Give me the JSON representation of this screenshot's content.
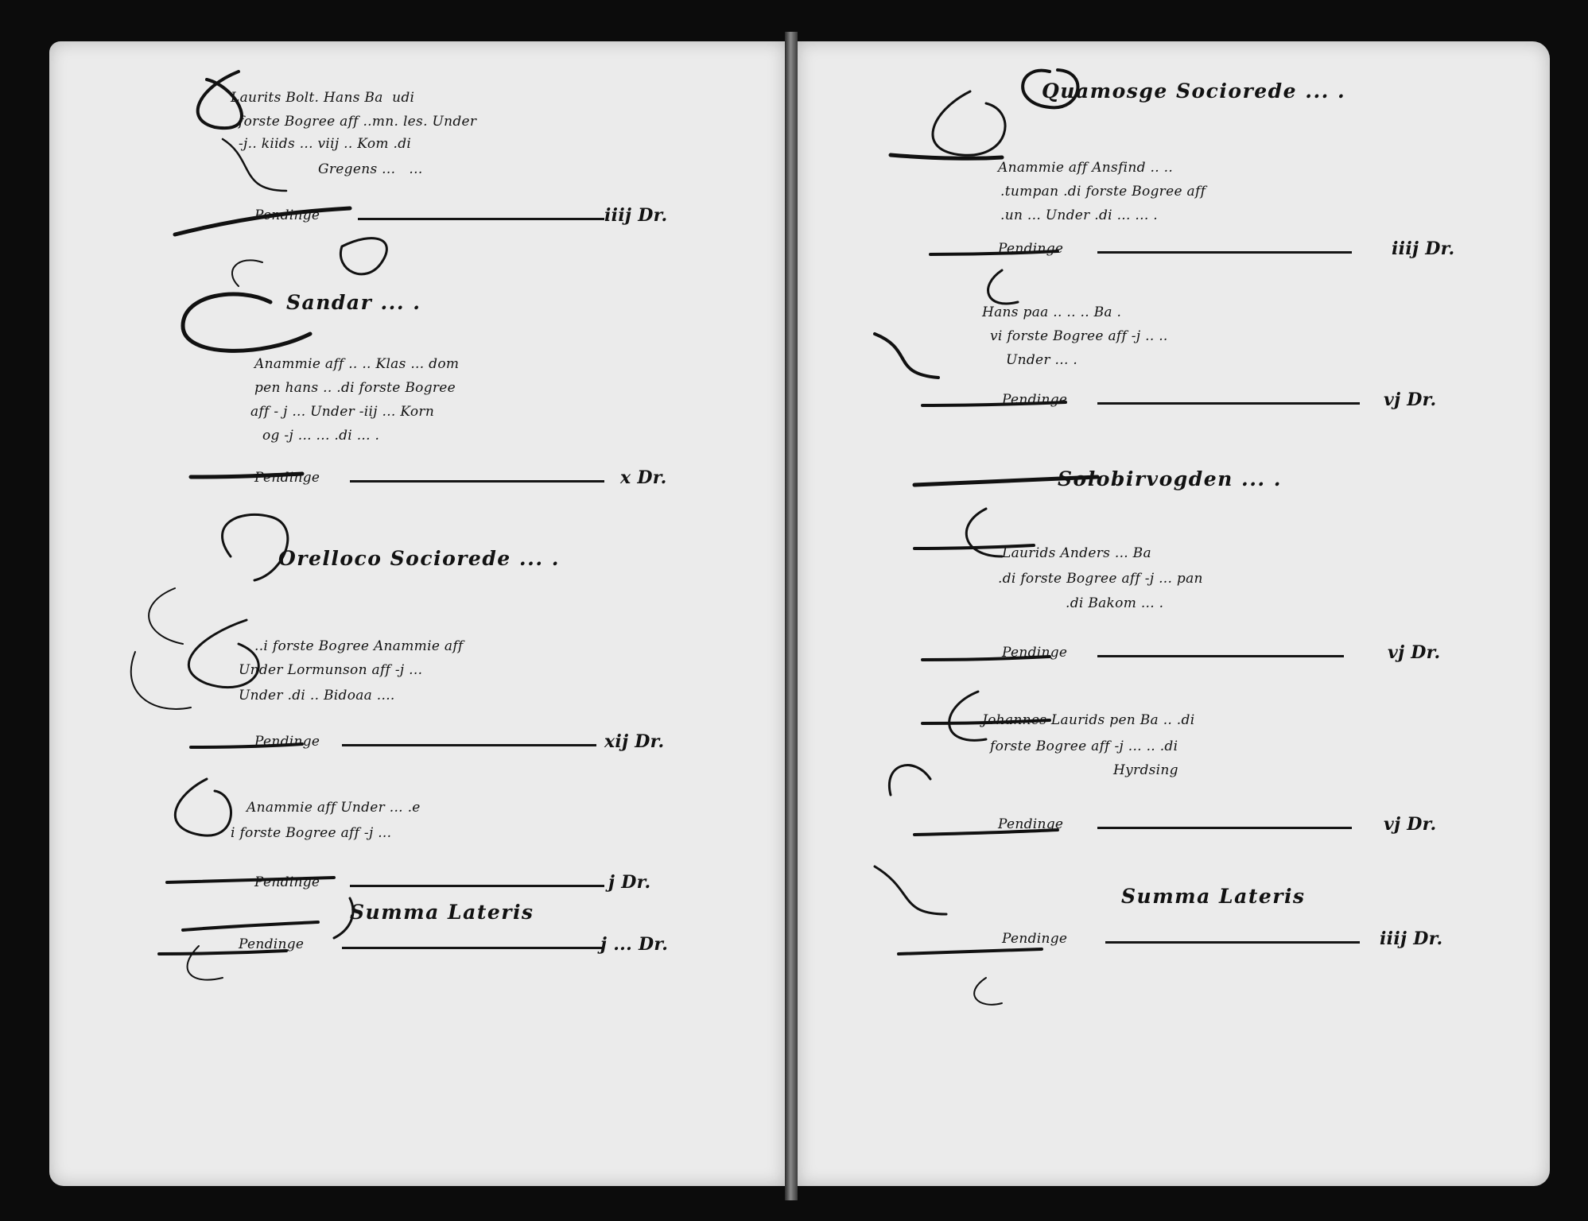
{
  "page": {
    "left": {
      "entry1": [
        "Laurits Bolt. Hans Ba  udi",
        "forste Bogree aff ..mn. les. Under",
        "-j.. kiids ... viij .. Kom .di",
        "Gregens ...   ..."
      ],
      "entry1_label": "Pendinge",
      "entry1_amount": "iiij Dr.",
      "section2_heading": "Sandar ... .",
      "entry2": [
        "Anammie aff .. .. Klas ... dom",
        "pen hans .. .di forste Bogree",
        "aff - j ... Under -iij ... Korn",
        "og -j ... ... .di ... ."
      ],
      "entry2_label": "Pendinge",
      "entry2_amount": "x Dr.",
      "section3_heading": "Orelloco Sociorede ... .",
      "entry3": [
        "..i forste Bogree Anammie aff",
        "Under Lormunson aff -j ...",
        "Under .di .. Bidoaa ...."
      ],
      "entry3_label": "Pendinge",
      "entry3_amount": "xij Dr.",
      "entry4": [
        "Anammie aff Under ... .e",
        "i forste Bogree aff -j ..."
      ],
      "entry4_label": "Pendinge",
      "entry4_amount": "j Dr.",
      "summa_heading": "Summa Lateris",
      "summa_label": "Pendinge",
      "summa_amount": "j ... Dr."
    },
    "right": {
      "section1_heading": "Quamosge Sociorede ... .",
      "entry1": [
        "Anammie aff Ansfind .. ..",
        ".tumpan .di forste Bogree aff",
        ".un ... Under .di ... ... ."
      ],
      "entry1_label": "Pendinge",
      "entry1_amount": "iiij Dr.",
      "entry2": [
        "Hans paa .. .. .. Ba .",
        "vi forste Bogree aff -j .. ..",
        "Under ... ."
      ],
      "entry2_label": "Pendinge",
      "entry2_amount": "vj Dr.",
      "section2_heading": "Solobirvogden ... .",
      "entry3": [
        "Laurids Anders ... Ba",
        ".di forste Bogree aff -j ... pan",
        ".di Bakom ... ."
      ],
      "entry3_label": "Pendinge",
      "entry3_amount": "vj Dr.",
      "entry4": [
        "Johannes Laurids pen Ba .. .di",
        "forste Bogree aff -j ... .. .di",
        "Hyrdsing"
      ],
      "entry4_label": "Pendinge",
      "entry4_amount": "vj Dr.",
      "summa_heading": "Summa Lateris",
      "summa_label": "Pendinge",
      "summa_amount": "iiij Dr."
    }
  }
}
